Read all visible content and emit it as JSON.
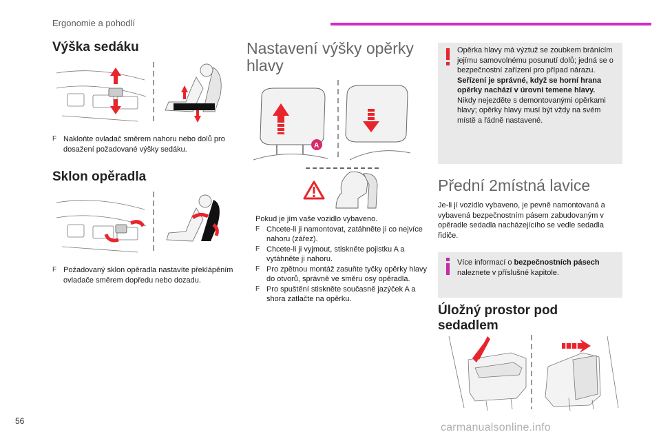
{
  "header": {
    "section": "Ergonomie a pohodlí",
    "accent": "#d62ac8"
  },
  "col1": {
    "title1": "Výška sedáku",
    "bullet1": "Nakloňte ovladač směrem nahoru nebo dolů pro dosažení požadované výšky sedáku.",
    "title2": "Sklon opěradla",
    "bullet2": "Požadovaný sklon opěradla nastavíte překlápěním ovladače směrem dopředu nebo dozadu."
  },
  "col2": {
    "title": "Nastavení výšky opěrky hlavy",
    "label_a": "A",
    "intro": "Pokud je jím vaše vozidlo vybaveno.",
    "bullets": [
      "Chcete-li ji namontovat, zatáhněte ji co nejvíce nahoru (zářez).",
      "Chcete-li ji vyjmout, stiskněte pojistku A a vytáhněte ji nahoru.",
      "Pro zpětnou montáž zasuňte tyčky opěrky hlavy do otvorů, správně ve směru osy opěradla.",
      "Pro spuštění stiskněte současně jazýček A a shora zatlačte na opěrku."
    ]
  },
  "col3": {
    "warning": {
      "p1": "Opěrka hlavy má výztuž se zoubkem bránícím jejímu samovolnému posunutí dolů; jedná se o bezpečnostní zařízení pro případ nárazu.",
      "p2": "Seřízení je správné, když se horní hrana opěrky nachází v úrovni temene hlavy.",
      "p3": "Nikdy nejezděte s demontovanými opěrkami hlavy; opěrky hlavy musí být vždy na svém místě a řádně nastavené."
    },
    "bench_title": "Přední 2místná lavice",
    "bench_text": "Je-li jí vozidlo vybaveno, je pevně namontovaná a vybavená bezpečnostním pásem zabudovaným v opěradle sedadla nacházejícího se vedle sedadla řidiče.",
    "info": {
      "pre": "Více informací o ",
      "bold": "bezpečnostních pásech",
      "post": " naleznete v příslušné kapitole."
    },
    "storage_title": "Úložný prostor pod sedadlem"
  },
  "footer": {
    "page": "56",
    "watermark": "carmanualsonline.info"
  },
  "colors": {
    "arrow_red": "#e8242c",
    "warning_red": "#e8242c",
    "info_purple": "#c42aa8",
    "box_bg": "#e9e9e9"
  }
}
